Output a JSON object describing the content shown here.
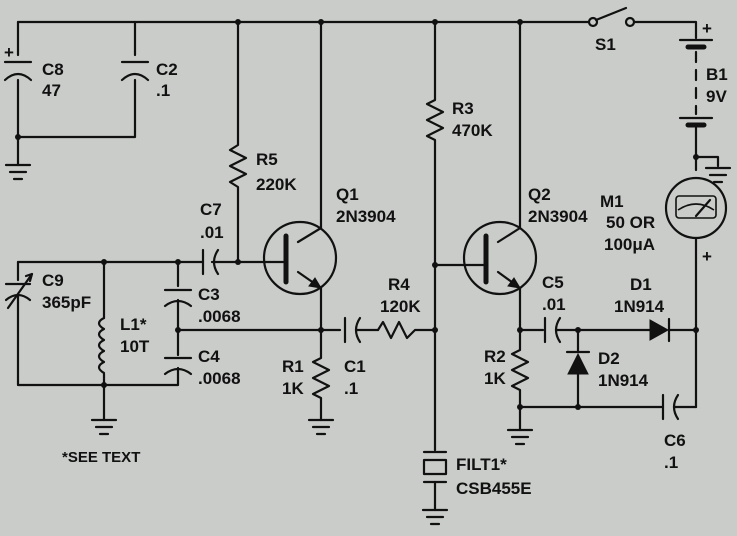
{
  "components": {
    "c8": {
      "ref": "C8",
      "value": "47",
      "polarity": "+"
    },
    "c2": {
      "ref": "C2",
      "value": ".1"
    },
    "r5": {
      "ref": "R5",
      "value": "220K"
    },
    "q1": {
      "ref": "Q1",
      "part": "2N3904"
    },
    "c7": {
      "ref": "C7",
      "value": ".01"
    },
    "r3": {
      "ref": "R3",
      "value": "470K"
    },
    "q2": {
      "ref": "Q2",
      "part": "2N3904"
    },
    "s1": {
      "ref": "S1"
    },
    "b1": {
      "ref": "B1",
      "value": "9V",
      "pos": "+"
    },
    "m1": {
      "ref": "M1",
      "value_line1": "50 OR",
      "value_line2": "100μA",
      "pos": "+"
    },
    "c9": {
      "ref": "C9",
      "value": "365pF"
    },
    "l1": {
      "ref": "L1*",
      "value": "10T"
    },
    "c3": {
      "ref": "C3",
      "value": ".0068"
    },
    "c4": {
      "ref": "C4",
      "value": ".0068"
    },
    "r4": {
      "ref": "R4",
      "value": "120K"
    },
    "r1": {
      "ref": "R1",
      "value": "1K"
    },
    "c1": {
      "ref": "C1",
      "value": ".1"
    },
    "c5": {
      "ref": "C5",
      "value": ".01"
    },
    "d1": {
      "ref": "D1",
      "part": "1N914"
    },
    "d2": {
      "ref": "D2",
      "part": "1N914"
    },
    "r2": {
      "ref": "R2",
      "value": "1K"
    },
    "c6": {
      "ref": "C6",
      "value": ".1"
    },
    "filt1": {
      "ref": "FILT1*",
      "part": "CSB455E"
    }
  },
  "notes": {
    "see_text": "*SEE TEXT"
  }
}
